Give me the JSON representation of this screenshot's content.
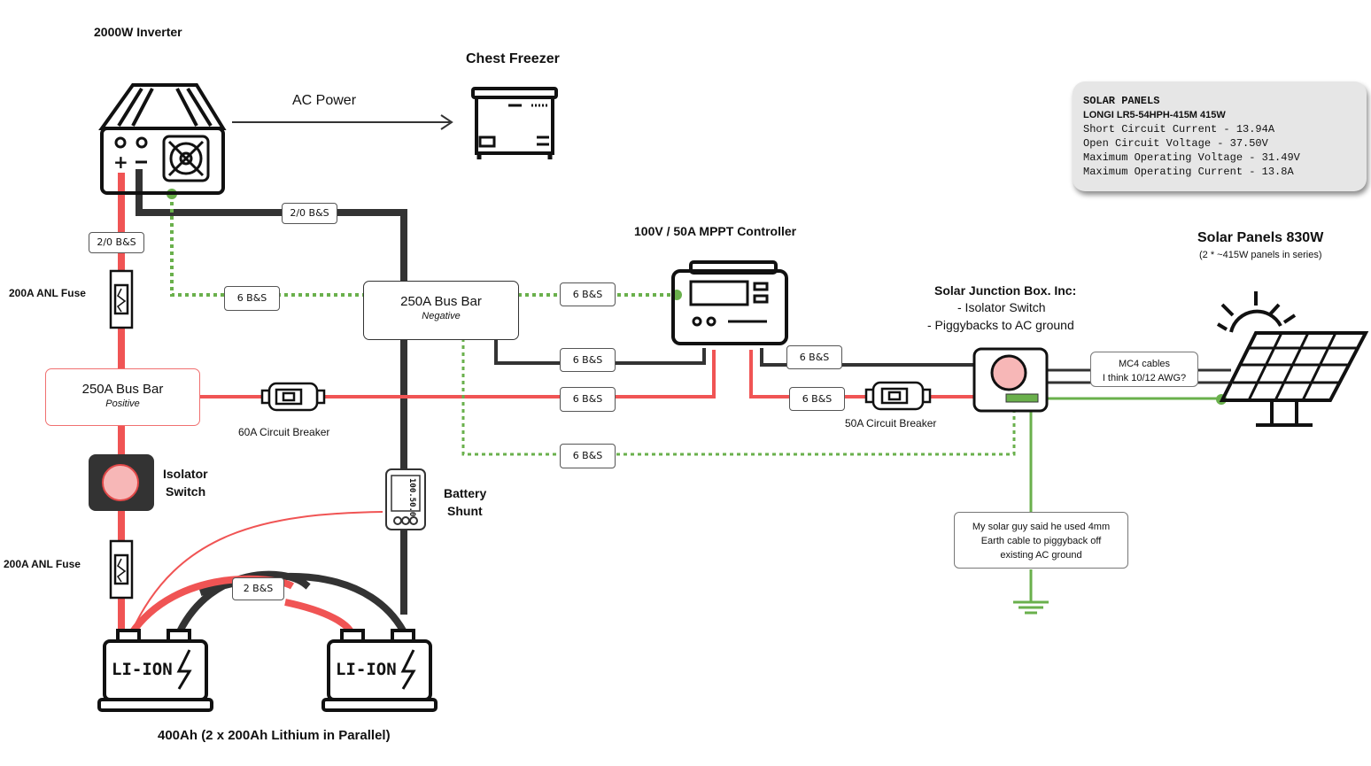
{
  "titles": {
    "inverter": "2000W Inverter",
    "freezer": "Chest Freezer",
    "ac_power": "AC Power",
    "mppt": "100V / 50A MPPT Controller",
    "solar_panels": "Solar Panels 830W",
    "solar_panels_sub": "(2 * ~415W panels in series)",
    "battery_bank": "400Ah (2 x 200Ah Lithium in Parallel)"
  },
  "junction_box": {
    "title": "Solar Junction Box. Inc:",
    "line1": "- Isolator Switch",
    "line2": "- Piggybacks to AC ground"
  },
  "spec_box": {
    "heading": "SOLAR PANELS",
    "model": "LONGI LR5-54HPH-415M 415W",
    "lines": [
      "Short Circuit Current - 13.94A",
      "Open Circuit Voltage - 37.50V",
      "Maximum Operating Voltage - 31.49V",
      "Maximum Operating Current - 13.8A"
    ]
  },
  "bus_negative": {
    "title": "250A Bus Bar",
    "sub": "Negative"
  },
  "bus_positive": {
    "title": "250A Bus Bar",
    "sub": "Positive"
  },
  "components": {
    "fuse_top": "200A ANL Fuse",
    "fuse_bottom": "200A ANL Fuse",
    "isolator_l1": "Isolator",
    "isolator_l2": "Switch",
    "breaker_60": "60A Circuit Breaker",
    "breaker_50": "50A Circuit Breaker",
    "shunt_l1": "Battery",
    "shunt_l2": "Shunt",
    "shunt_display": "100.50.0"
  },
  "cable_tags": {
    "t_20_top": "2/0 B&S",
    "t_20_left": "2/0 B&S",
    "t_6_inv_ground": "6 B&S",
    "t_6_neg_mppt": "6 B&S",
    "t_6_mppt_neg": "6 B&S",
    "t_6_mppt_pos": "6 B&S",
    "t_6_pv_neg": "6 B&S",
    "t_6_pv_pos": "6 B&S",
    "t_6_ground": "6 B&S",
    "t_2_battery": "2 B&S"
  },
  "mc4_note": {
    "l1": "MC4 cables",
    "l2": "I think 10/12 AWG?"
  },
  "earth_note": {
    "l1": "My solar guy said he used 4mm",
    "l2": "Earth cable to piggyback off",
    "l3": "existing AC ground"
  },
  "battery_label": "LI-ION",
  "colors": {
    "positive": "#f05454",
    "negative": "#333333",
    "ground": "#6ab04c",
    "spec_bg": "#e6e6e6"
  }
}
